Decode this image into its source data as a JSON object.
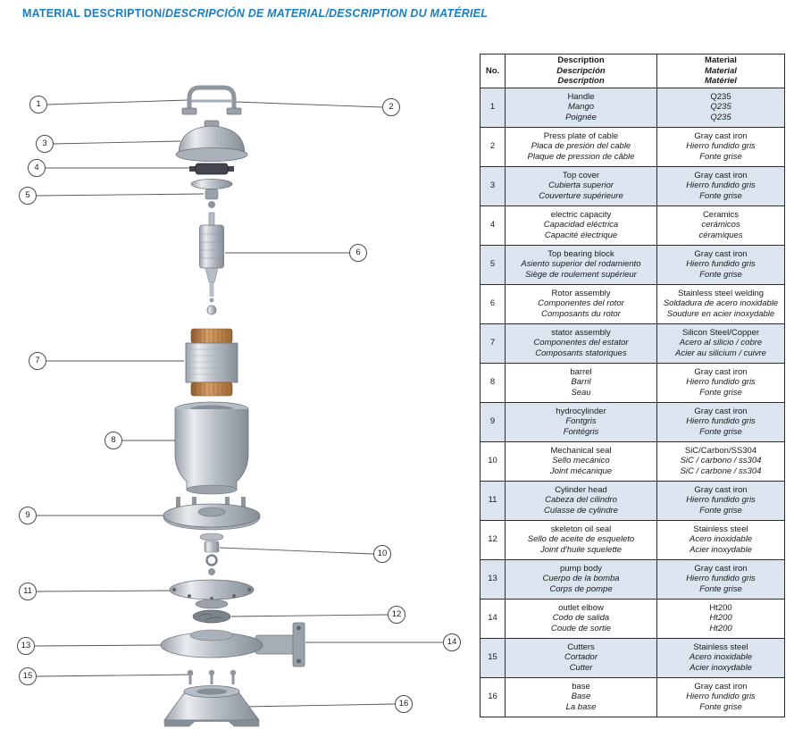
{
  "page": {
    "title_primary": "MATERIAL DESCRIPTION/",
    "title_secondary": "DESCRIPCIÓN DE MATERIAL/DESCRIPTION DU MATÉRIEL"
  },
  "colors": {
    "title_blue": "#1b7ec2",
    "row_shade": "#dce4f0",
    "table_border": "#2b2b2b"
  },
  "diagram": {
    "callouts": [
      "1",
      "2",
      "3",
      "4",
      "5",
      "6",
      "7",
      "8",
      "9",
      "10",
      "11",
      "12",
      "13",
      "14",
      "15",
      "16"
    ]
  },
  "table": {
    "header": {
      "no": "No.",
      "desc": [
        "Description",
        "Descripción",
        "Description"
      ],
      "mat": [
        "Material",
        "Material",
        "Matériel"
      ]
    },
    "rows": [
      {
        "no": "1",
        "desc": [
          "Handle",
          "Mango",
          "Poignée"
        ],
        "mat": [
          "Q235",
          "Q235",
          "Q235"
        ]
      },
      {
        "no": "2",
        "desc": [
          "Press plate of cable",
          "Placa de presión del cable",
          "Plaque de pression de câble"
        ],
        "mat": [
          "Gray cast iron",
          "Hierro fundido gris",
          "Fonte grise"
        ]
      },
      {
        "no": "3",
        "desc": [
          "Top cover",
          "Cubierta superior",
          "Couverture supérieure"
        ],
        "mat": [
          "Gray cast iron",
          "Hierro fundido gris",
          "Fonte grise"
        ]
      },
      {
        "no": "4",
        "desc": [
          "electric capacity",
          "Capacidad eléctrica",
          "Capacité électrique"
        ],
        "mat": [
          "Ceramics",
          "cerámicos",
          "céramiques"
        ]
      },
      {
        "no": "5",
        "desc": [
          "Top bearing block",
          "Asiento superior del rodamiento",
          "Siège de roulement supérieur"
        ],
        "mat": [
          "Gray cast iron",
          "Hierro fundido gris",
          "Fonte grise"
        ]
      },
      {
        "no": "6",
        "desc": [
          "Rotor assembly",
          "Componentes del rotor",
          "Composants du rotor"
        ],
        "mat": [
          "Stainless steel welding",
          "Soldadura de acero inoxidable",
          "Soudure en acier inoxydable"
        ]
      },
      {
        "no": "7",
        "desc": [
          "stator assembly",
          "Componentes del estator",
          "Composants statoriques"
        ],
        "mat": [
          "Silicon Steel/Copper",
          "Acero al silicio / cobre",
          "Acier au silicium / cuivre"
        ]
      },
      {
        "no": "8",
        "desc": [
          "barrel",
          "Barril",
          "Seau"
        ],
        "mat": [
          "Gray cast iron",
          "Hierro fundido gris",
          "Fonte grise"
        ]
      },
      {
        "no": "9",
        "desc": [
          "hydrocylinder",
          "Fontgris",
          "Fontégris"
        ],
        "mat": [
          "Gray cast iron",
          "Hierro fundido gris",
          "Fonte grise"
        ]
      },
      {
        "no": "10",
        "desc": [
          "Mechanical seal",
          "Sello mecánico",
          "Joint mécanique"
        ],
        "mat": [
          "SiC/Carbon/SS304",
          "SiC / carbono / ss304",
          "SiC / carbone / ss304"
        ]
      },
      {
        "no": "11",
        "desc": [
          "Cylinder head",
          "Cabeza del cilindro",
          "Culasse de cylindre"
        ],
        "mat": [
          "Gray cast iron",
          "Hierro fundido gris",
          "Fonte grise"
        ]
      },
      {
        "no": "12",
        "desc": [
          "skeleton oil seal",
          "Sello de aceite de esqueleto",
          "Joint d'huile squelette"
        ],
        "mat": [
          "Stainless steel",
          "Acero inoxidable",
          "Acier inoxydable"
        ]
      },
      {
        "no": "13",
        "desc": [
          "pump body",
          "Cuerpo de la bomba",
          "Corps de pompe"
        ],
        "mat": [
          "Gray cast iron",
          "Hierro fundido gris",
          "Fonte grise"
        ]
      },
      {
        "no": "14",
        "desc": [
          "outlet elbow",
          "Codo de salida",
          "Coude de sortie"
        ],
        "mat": [
          "Ht200",
          "Ht200",
          "Ht200"
        ]
      },
      {
        "no": "15",
        "desc": [
          "Cutters",
          "Cortador",
          "Cutter"
        ],
        "mat": [
          "Stainless steel",
          "Acero inoxidable",
          "Acier inoxydable"
        ]
      },
      {
        "no": "16",
        "desc": [
          "base",
          "Base",
          "La base"
        ],
        "mat": [
          "Gray cast iron",
          "Hierro fundido gris",
          "Fonte grise"
        ]
      }
    ]
  }
}
